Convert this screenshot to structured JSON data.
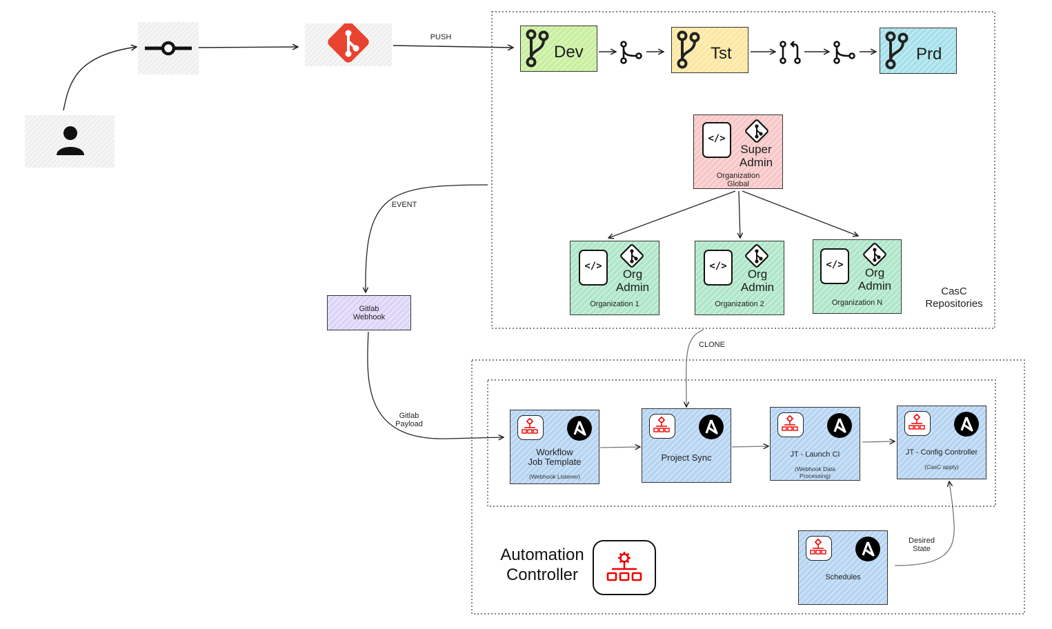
{
  "edges": {
    "push": "PUSH",
    "event": "EVENT",
    "clone": "CLONE",
    "payload": "Gitlab\nPayload",
    "desired_state": "Desired\nState"
  },
  "environments": {
    "dev": "Dev",
    "tst": "Tst",
    "prd": "Prd"
  },
  "super_admin": {
    "title": "Super\nAdmin",
    "org": "Organization\nGlobal"
  },
  "orgs": [
    {
      "title": "Org\nAdmin",
      "org": "Organization 1"
    },
    {
      "title": "Org\nAdmin",
      "org": "Organization 2"
    },
    {
      "title": "Org\nAdmin",
      "org": "Organization N"
    }
  ],
  "casc_label": "CasC\nRepositories",
  "webhook_label": "Gitlab\nWebhook",
  "controller_nodes": [
    {
      "title": "Workflow\nJob Template",
      "sub": "(Webhook Listener)"
    },
    {
      "title": "Project Sync",
      "sub": ""
    },
    {
      "title": "JT - Launch CI",
      "sub": "(Webhook Data\nProcessing)"
    },
    {
      "title": "JT - Config Controller",
      "sub": "(CasC apply)"
    }
  ],
  "schedules_label": "Schedules",
  "automation_controller_label": "Automation\nController",
  "colors": {
    "git_red": "#e84330",
    "controller_red": "#ee0000",
    "dev_green": "#c8ef9d",
    "tst_yellow": "#fde7a0",
    "prd_blue": "#a5e0ea",
    "super_pink": "#f8c6c6",
    "org_teal": "#aee6c8",
    "webhook_lavender": "#dcd4f7",
    "controller_blue": "#b6d4f2"
  },
  "icons": [
    "user-icon",
    "commit-icon",
    "git-logo-icon",
    "branch-icon",
    "merge-icon",
    "pull-request-icon",
    "code-file-icon",
    "git-badge-icon",
    "controller-icon",
    "ansible-icon"
  ]
}
